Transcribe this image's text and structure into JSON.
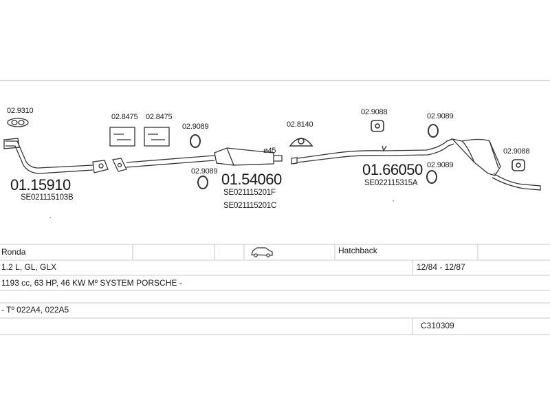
{
  "parts": {
    "front_pipe": {
      "code": "01.15910",
      "oe": "SE021115103B"
    },
    "gasket_front": {
      "code": "02.9310"
    },
    "mount_a": {
      "code": "02.8475"
    },
    "mount_b": {
      "code": "02.8475"
    },
    "ring_top_mid": {
      "code": "02.9089"
    },
    "ring_low_mid": {
      "code": "02.9089"
    },
    "middle_silencer": {
      "code": "01.54060",
      "oe1": "SE021115201F",
      "oe2": "SE021115201C",
      "diameter": "ø45"
    },
    "clamp_hanger": {
      "code": "02.8140"
    },
    "rear_ring_left": {
      "code": "02.9088"
    },
    "rear_ring_top": {
      "code": "02.9089"
    },
    "rear_ring_low": {
      "code": "02.9089"
    },
    "rear_ring_right": {
      "code": "02.9088"
    },
    "rear_silencer": {
      "code": "01.66050",
      "oe": "SE022115315A"
    }
  },
  "table": {
    "model": "Ronda",
    "body": "Hatchback",
    "engine": "1.2 L, GL, GLX",
    "years": "12/84 - 12/87",
    "spec": "1193 cc, 63 HP, 46 KW Mº SYSTEM PORSCHE -",
    "type": "- Tº 022A4, 022A5",
    "catalog": "C310309"
  },
  "colors": {
    "line": "#333333",
    "grid": "#c8c8c8"
  },
  "icons": {
    "body_type": "car-icon"
  }
}
